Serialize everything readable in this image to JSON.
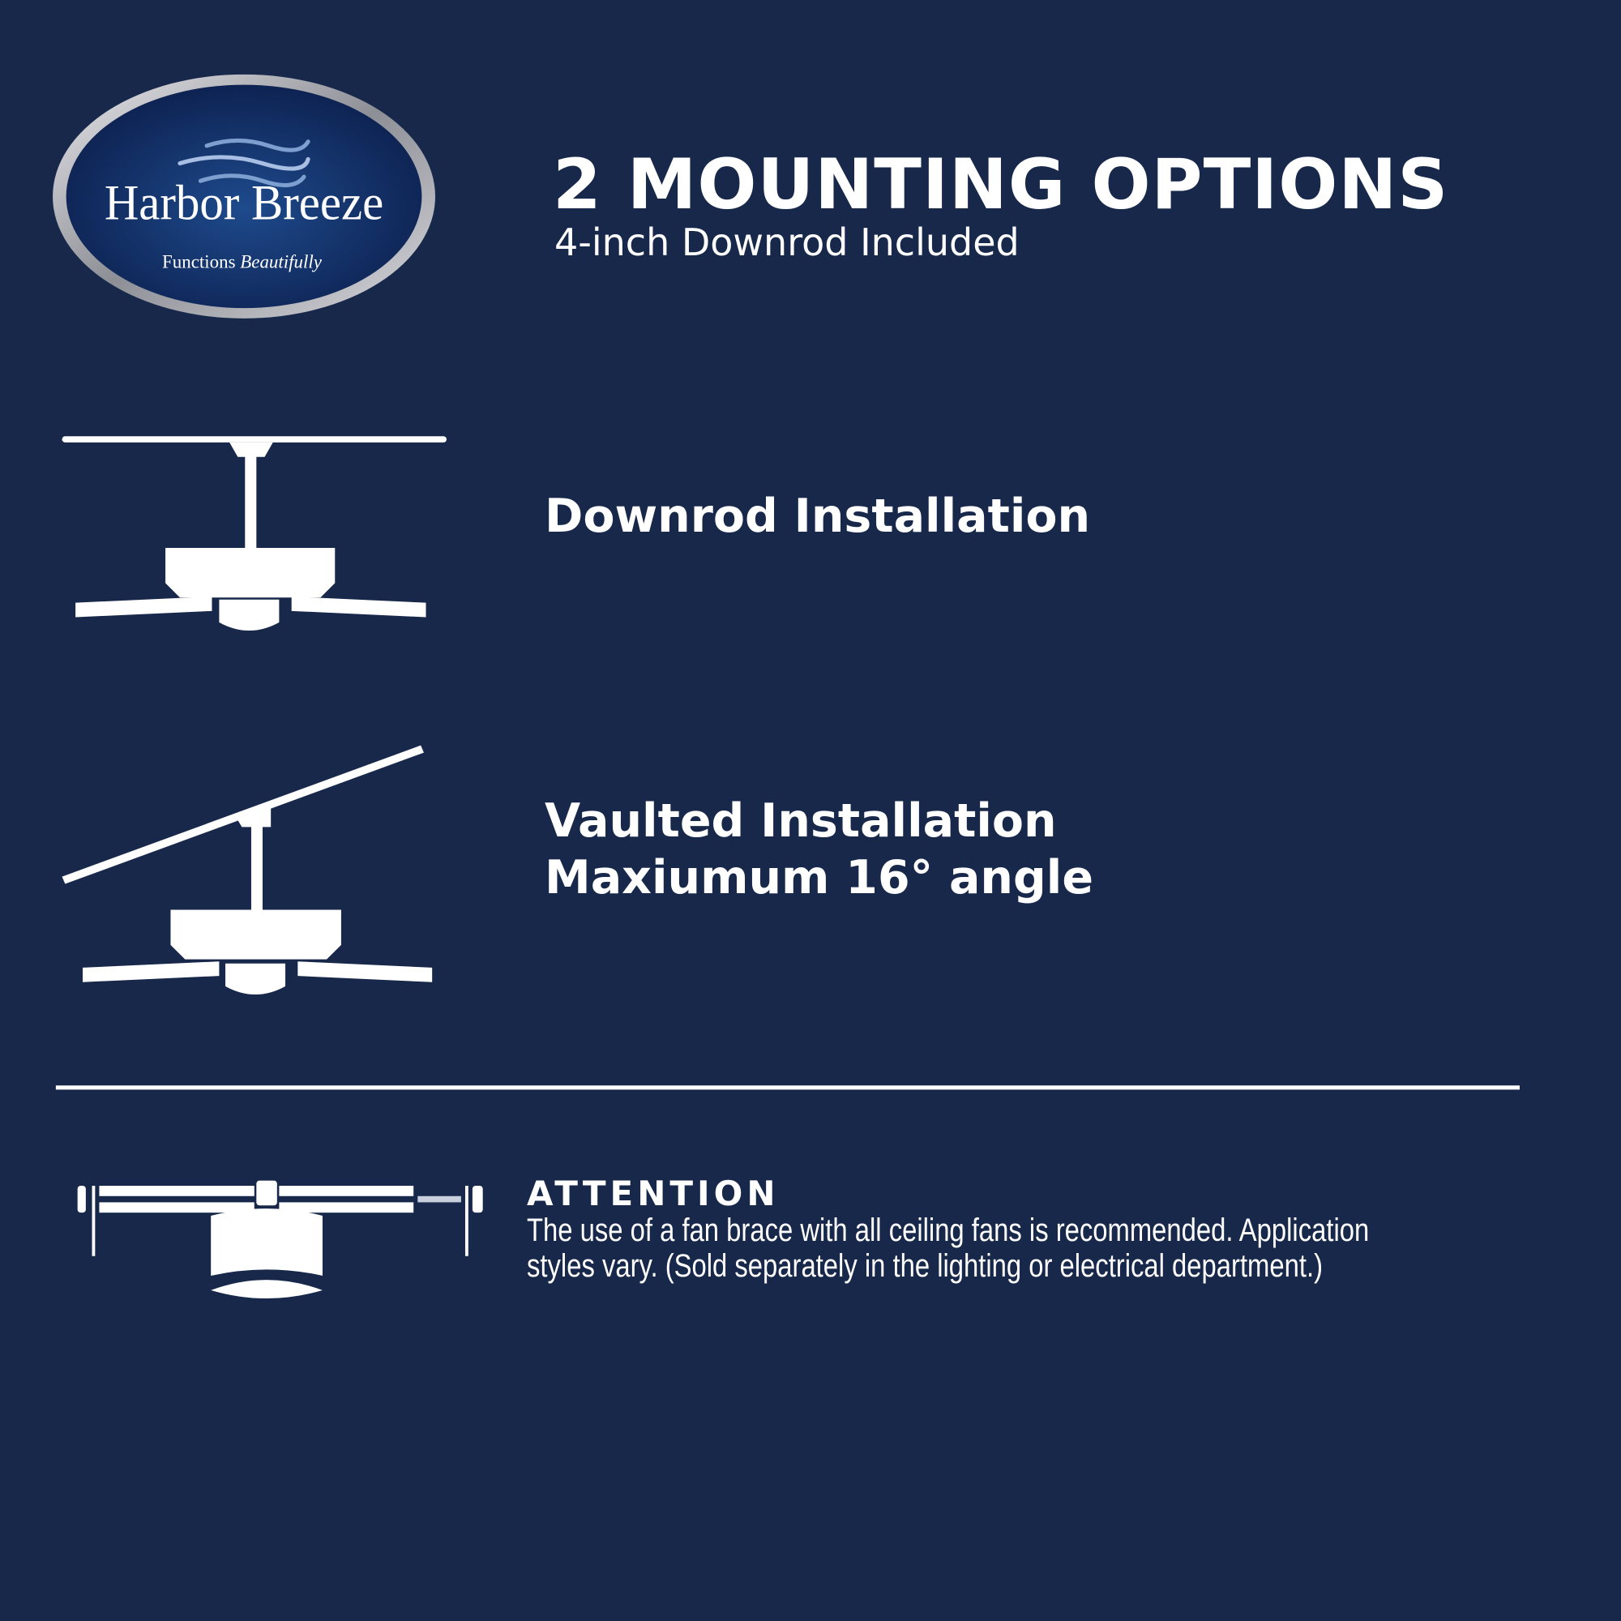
{
  "logo": {
    "brand": "Harbor Breeze",
    "tagline_a": "Functions",
    "tagline_b": "Beautifully"
  },
  "header": {
    "title": "2 MOUNTING OPTIONS",
    "subtitle": "4-inch Downrod Included"
  },
  "options": [
    {
      "label": "Downrod Installation"
    },
    {
      "label": "Vaulted Installation",
      "detail": "Maxiumum 16° angle"
    }
  ],
  "attention": {
    "heading": "ATTENTION",
    "line1": "The use of a fan brace with all ceiling fans is recommended. Application",
    "line2": "styles vary. (Sold separately in the lighting or electrical department.)"
  },
  "colors": {
    "background": "#17284b",
    "foreground": "#ffffff"
  }
}
